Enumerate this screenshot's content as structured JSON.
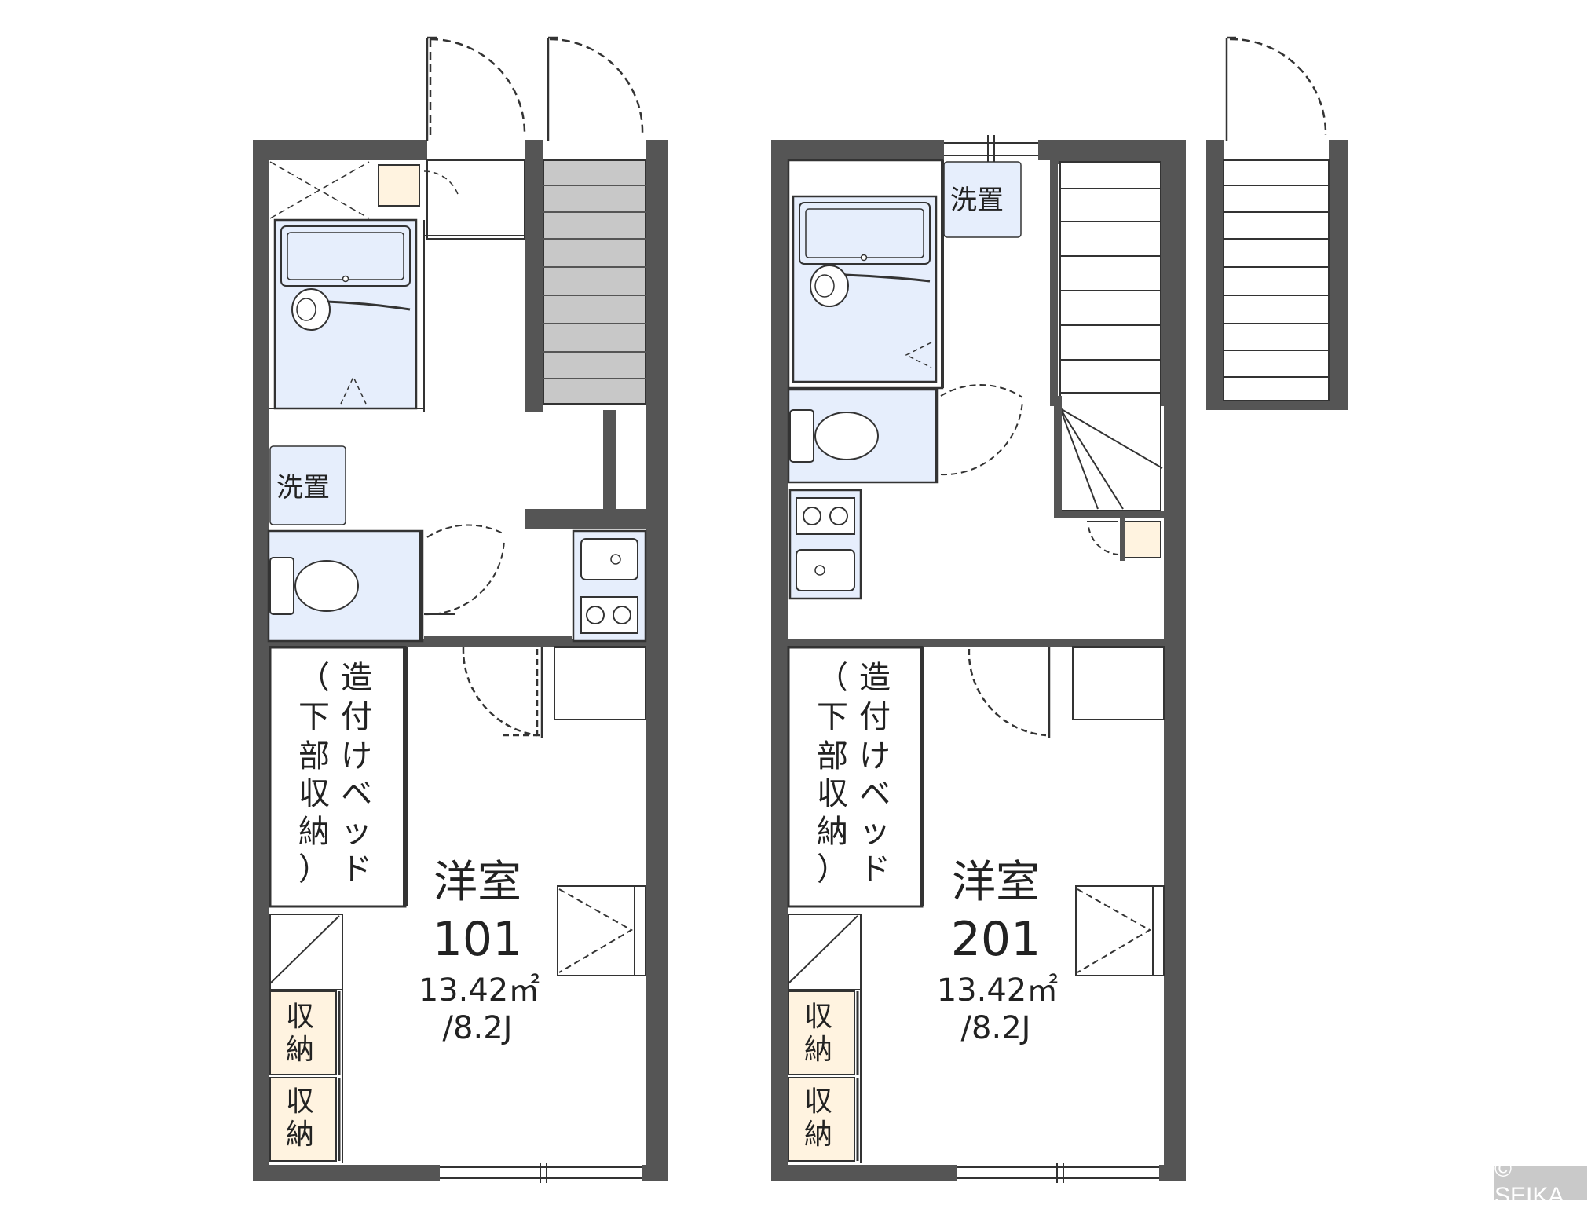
{
  "units": [
    {
      "room_type": "洋室",
      "room_number": "101",
      "area": "13.42㎡",
      "tatami": "/8.2J",
      "laundry": "洗置",
      "loft_bed_text": [
        "造",
        "付",
        "け",
        "ベ",
        "ッ",
        "ド"
      ],
      "under_storage_text": [
        "（",
        "下",
        "部",
        "収",
        "納",
        "）"
      ],
      "storage_1": [
        "収",
        "納"
      ],
      "storage_2": [
        "収",
        "納"
      ]
    },
    {
      "room_type": "洋室",
      "room_number": "201",
      "area": "13.42㎡",
      "tatami": "/8.2J",
      "laundry": "洗置",
      "loft_bed_text": [
        "造",
        "付",
        "け",
        "ベ",
        "ッ",
        "ド"
      ],
      "under_storage_text": [
        "（",
        "下",
        "部",
        "収",
        "納",
        "）"
      ],
      "storage_1": [
        "収",
        "納"
      ],
      "storage_2": [
        "収",
        "納"
      ]
    }
  ],
  "copyright": "© SEIKA",
  "colors": {
    "wall": "#555555",
    "fixture_fill": "#e6eefc",
    "storage_fill": "#fff3e0",
    "stair_fill": "#c8c8c8"
  }
}
